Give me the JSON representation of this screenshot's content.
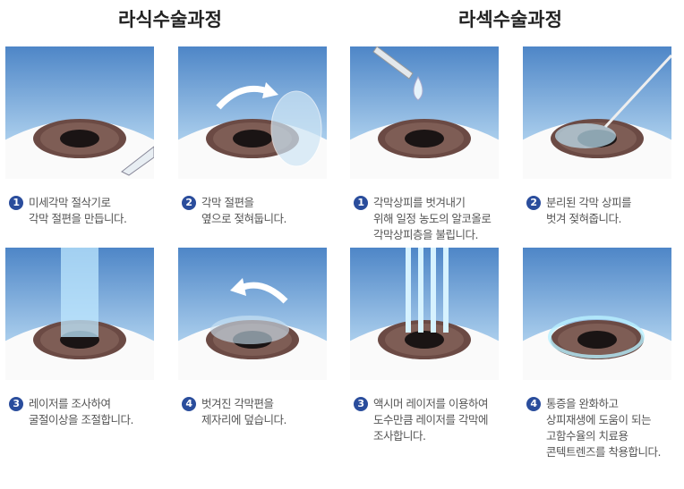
{
  "lasik": {
    "title": "라식수술과정",
    "steps": [
      {
        "num": "1",
        "lines": [
          "미세각막 절삭기로",
          "각막 절편을 만듭니다."
        ]
      },
      {
        "num": "2",
        "lines": [
          "각막 절편을",
          "옆으로 젖혀둡니다."
        ]
      },
      {
        "num": "3",
        "lines": [
          "레이저를 조사하여",
          "굴절이상을 조절합니다."
        ]
      },
      {
        "num": "4",
        "lines": [
          "벗겨진 각막편을",
          "제자리에 덮습니다."
        ]
      }
    ]
  },
  "lasek": {
    "title": "라섹수술과정",
    "steps": [
      {
        "num": "1",
        "lines": [
          "각막상피를 벗겨내기",
          "위해 일정 농도의 알코올로",
          "각막상피층을 불립니다."
        ]
      },
      {
        "num": "2",
        "lines": [
          "분리된 각막 상피를",
          "벗겨 젖혀줍니다."
        ]
      },
      {
        "num": "3",
        "lines": [
          "액시머 레이저를 이용하여",
          "도수만큼 레이저를 각막에",
          "조사합니다."
        ]
      },
      {
        "num": "4",
        "lines": [
          "통증을 완화하고",
          "상피재생에 도움이 되는",
          "고함수율의 치료용",
          "콘텍트렌즈를 착용합니다."
        ]
      }
    ]
  },
  "colors": {
    "badge": "#2a4d9c",
    "sky": "#4e86c7",
    "iris": "#6b4a44"
  }
}
